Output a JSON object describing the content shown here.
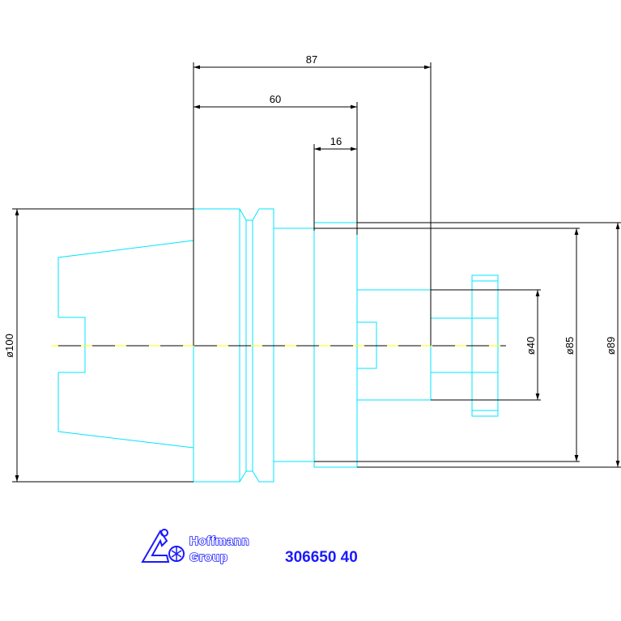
{
  "dimensions": {
    "len_87": "87",
    "len_60": "60",
    "len_16": "16",
    "dia_100": "ø100",
    "dia_40": "ø40",
    "dia_85": "ø85",
    "dia_89": "ø89"
  },
  "logo": {
    "line1": "Hoffmann",
    "line2": "Group"
  },
  "part_number": "306650 40",
  "colors": {
    "part_outline": "#00e5ff",
    "centerline": "#ffff00",
    "dimension": "#000000",
    "brand": "#1a1aff"
  }
}
